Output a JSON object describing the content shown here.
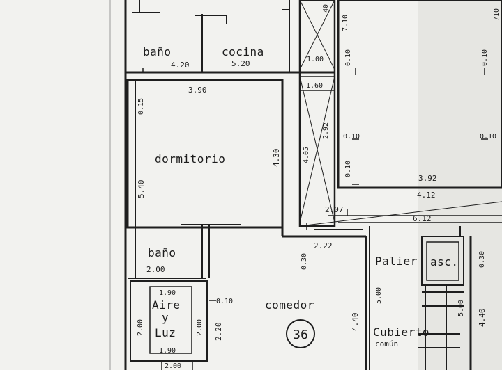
{
  "rooms": {
    "bano_top": "baño",
    "cocina": "cocina",
    "dormitorio": "dormitorio",
    "bano_mid": "baño",
    "aire_luz_1": "Aire",
    "aire_luz_2": "y",
    "aire_luz_3": "Luz",
    "comedor": "comedor",
    "palier": "Palier",
    "asc": "asc.",
    "cubierto_1": "Cubierto",
    "cubierto_2": "común"
  },
  "unit_number": "36",
  "dims": {
    "d_420": "4.20",
    "d_520": "5.20",
    "d_100": "1.00",
    "d_160": "1.60",
    "d_390": "3.90",
    "d_015": "0.15",
    "d_540": "5.40",
    "d_430": "4.30",
    "d_405": "4.05",
    "d_292": "2.92",
    "d_010_a": "0.10",
    "d_010_b": "0.10",
    "d_010_c": "0.10",
    "d_010_d": "0.10",
    "d_010_e": "0.10",
    "d_010_f": "0.10",
    "d_710_a": "7.10",
    "d_710_b": "710",
    "d_40": "40",
    "d_392": "3.92",
    "d_412": "4.12",
    "d_207": "2.07",
    "d_612": "6.12",
    "d_222": "2.22",
    "d_030_a": "0.30",
    "d_030_b": "0.30",
    "d_200_a": "2.00",
    "d_200_b": "2.00",
    "d_200_c": "2.00",
    "d_200_d": "2.00",
    "d_190_a": "1.90",
    "d_190_b": "1.90",
    "d_220": "2.20",
    "d_440_a": "4.40",
    "d_440_b": "4.40",
    "d_500_a": "5.00",
    "d_500_b": "5.00"
  }
}
